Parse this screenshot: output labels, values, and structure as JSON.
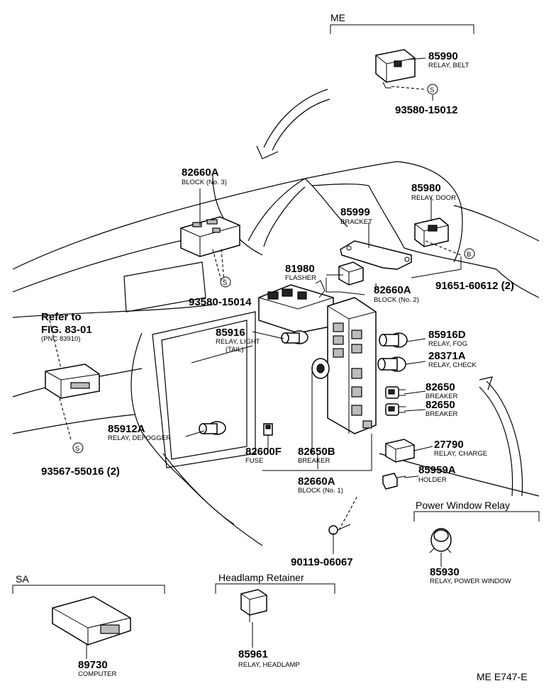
{
  "sections": {
    "me": "ME",
    "power_window": "Power Window Relay",
    "sa": "SA",
    "headlamp": "Headlamp Retainer"
  },
  "refer": {
    "line1": "Refer to",
    "line2": "FIG. 83-01",
    "line3": "(PNC 83910)"
  },
  "labels": {
    "p85990": {
      "num": "85990",
      "desc": "RELAY, BELT"
    },
    "p93580a": {
      "num": "93580-15012",
      "desc": ""
    },
    "p82660a3": {
      "num": "82660A",
      "desc": "BLOCK (No. 3)"
    },
    "p85980": {
      "num": "85980",
      "desc": "RELAY, DOOR"
    },
    "p85999": {
      "num": "85999",
      "desc": "BRACKET"
    },
    "p81980": {
      "num": "81980",
      "desc": "FLASHER"
    },
    "p91651": {
      "num": "91651-60612 (2)",
      "desc": ""
    },
    "p82660a2": {
      "num": "82660A",
      "desc": "BLOCK (No. 2)"
    },
    "p93580b": {
      "num": "93580-15014",
      "desc": ""
    },
    "p85916": {
      "num": "85916",
      "desc": "RELAY, LIGHT",
      "desc2": "(TAIL)"
    },
    "p85916d": {
      "num": "85916D",
      "desc": "RELAY, FOG"
    },
    "p28371a": {
      "num": "28371A",
      "desc": "RELAY, CHECK"
    },
    "p82650a": {
      "num": "82650",
      "desc": "BREAKER"
    },
    "p82650b": {
      "num": "82650",
      "desc": "BREAKER"
    },
    "p85912a": {
      "num": "85912A",
      "desc": "RELAY, DEFOGGER"
    },
    "p27790": {
      "num": "27790",
      "desc": "RELAY, CHARGE"
    },
    "p82600f": {
      "num": "82600F",
      "desc": "FUSE"
    },
    "p82650bb": {
      "num": "82650B",
      "desc": "BREAKER"
    },
    "p85959a": {
      "num": "85959A",
      "desc": "HOLDER"
    },
    "p82660a1": {
      "num": "82660A",
      "desc": "BLOCK (No. 1)"
    },
    "p93567": {
      "num": "93567-55016 (2)",
      "desc": ""
    },
    "p90119": {
      "num": "90119-06067",
      "desc": ""
    },
    "p85930": {
      "num": "85930",
      "desc": "RELAY, POWER WINDOW"
    },
    "p89730": {
      "num": "89730",
      "desc": "COMPUTER"
    },
    "p85961": {
      "num": "85961",
      "desc": "RELAY, HEADLAMP"
    }
  },
  "markers": {
    "s": "S",
    "b": "B"
  },
  "footer": {
    "code": "ME E747-E"
  }
}
